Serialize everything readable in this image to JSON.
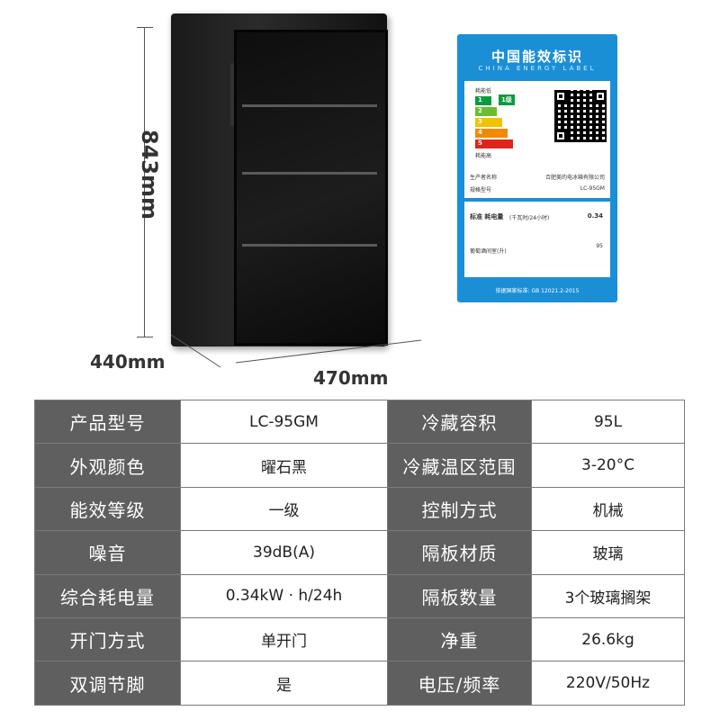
{
  "dimensions": {
    "height": "843mm",
    "depth": "440mm",
    "width": "470mm"
  },
  "energy_label": {
    "title": "中国能效标识",
    "subtitle": "CHINA ENERGY LABEL",
    "grade_low_label": "耗能低",
    "grade_high_label": "耗能高",
    "grade": "1级",
    "manufacturer_label": "生产者名称",
    "manufacturer": "合肥美的电冰箱有限公司",
    "model_label": "规格型号",
    "model": "LC-95GM",
    "consumption_label": "标准 耗电量",
    "consumption_unit": "(千瓦时/24小时)",
    "consumption_value": "0.34",
    "volume_label": "葡萄酒间室(升)",
    "volume_value": "95",
    "standard": "依据国家标准: GB 12021.2-2015"
  },
  "specs": [
    [
      "产品型号",
      "LC-95GM",
      "冷藏容积",
      "95L"
    ],
    [
      "外观颜色",
      "曜石黑",
      "冷藏温区范围",
      "3-20°C"
    ],
    [
      "能效等级",
      "一级",
      "控制方式",
      "机械"
    ],
    [
      "噪音",
      "39dB(A)",
      "隔板材质",
      "玻璃"
    ],
    [
      "综合耗电量",
      "0.34kW · h/24h",
      "隔板数量",
      "3个玻璃搁架"
    ],
    [
      "开门方式",
      "单开门",
      "净重",
      "26.6kg"
    ],
    [
      "双调节脚",
      "是",
      "电压/频率",
      "220V/50Hz"
    ]
  ],
  "colors": {
    "header_bg": "#5f5f5f",
    "label_blue": "#1b8fd6",
    "fridge": "#1a1a1a"
  }
}
